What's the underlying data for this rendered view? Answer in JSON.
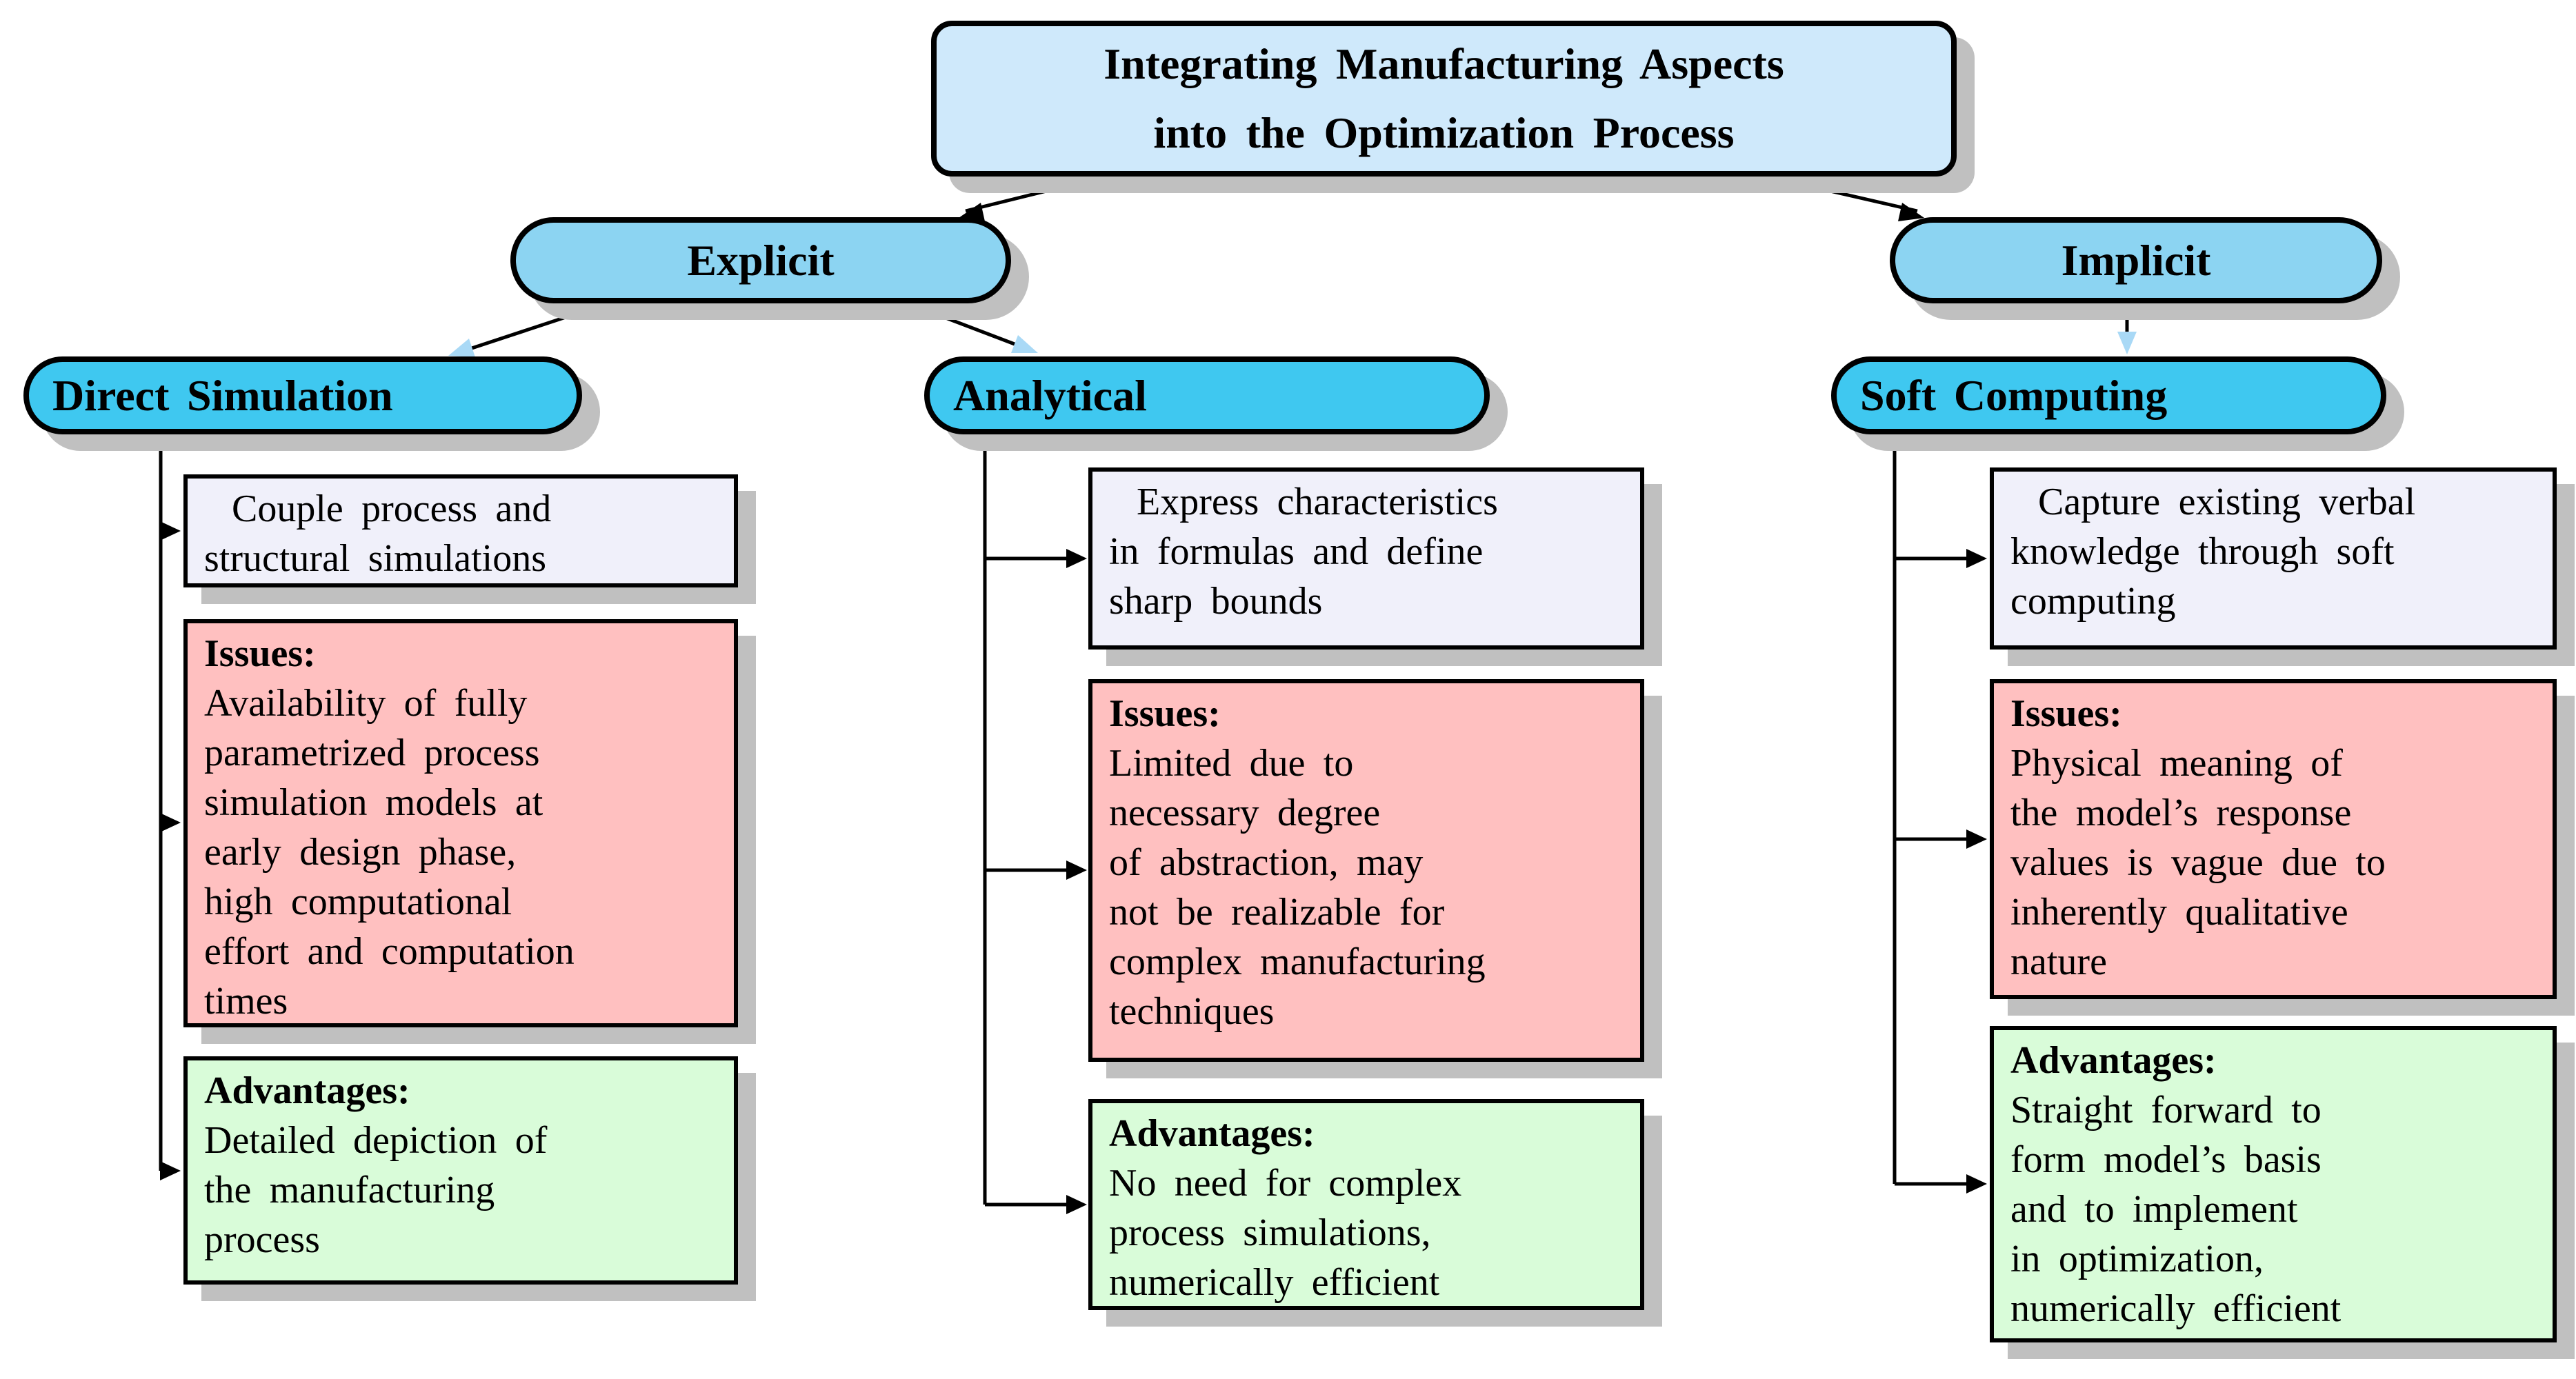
{
  "figure": {
    "title": {
      "line1": "Integrating Manufacturing Aspects",
      "line2": "into the Optimization Process"
    },
    "branches": [
      {
        "label": "Explicit"
      },
      {
        "label": "Implicit"
      }
    ],
    "columns": [
      {
        "header": "Direct Simulation",
        "description": "Couple process and\nstructural simulations",
        "issues_label": "Issues:",
        "issues_text": "Availability of fully\nparametrized process\nsimulation models at\nearly design phase,\nhigh computational\neffort and computation\ntimes",
        "advantages_label": "Advantages:",
        "advantages_text": "Detailed depiction of\nthe manufacturing\nprocess"
      },
      {
        "header": "Analytical",
        "description": "Express characteristics\nin formulas and define\nsharp bounds",
        "issues_label": "Issues:",
        "issues_text": "Limited due to\nnecessary degree\nof abstraction, may\nnot be realizable for\ncomplex manufacturing\ntechniques",
        "advantages_label": "Advantages:",
        "advantages_text": "No need for complex\nprocess simulations,\nnumerically efficient"
      },
      {
        "header": "Soft Computing",
        "description": "Capture existing verbal\nknowledge through soft\ncomputing",
        "issues_label": "Issues:",
        "issues_text": "Physical meaning of\nthe model’s response\nvalues is vague due to\ninherently qualitative\nnature",
        "advantages_label": "Advantages:",
        "advantages_text": "Straight forward to\nform model’s basis\nand to implement\nin optimization,\nnumerically efficient"
      }
    ],
    "colors": {
      "title_fill": "#cfe9fb",
      "branch_fill": "#8cd4f2",
      "category_fill": "#3fc8f0",
      "description_fill": "#f0f0fa",
      "issues_fill": "#ffc0c0",
      "advantages_fill": "#d9fcd9",
      "shadow": "#c0c0c0",
      "connector": "#000000",
      "soft_arrow_fill": "#a9d9f6"
    }
  }
}
